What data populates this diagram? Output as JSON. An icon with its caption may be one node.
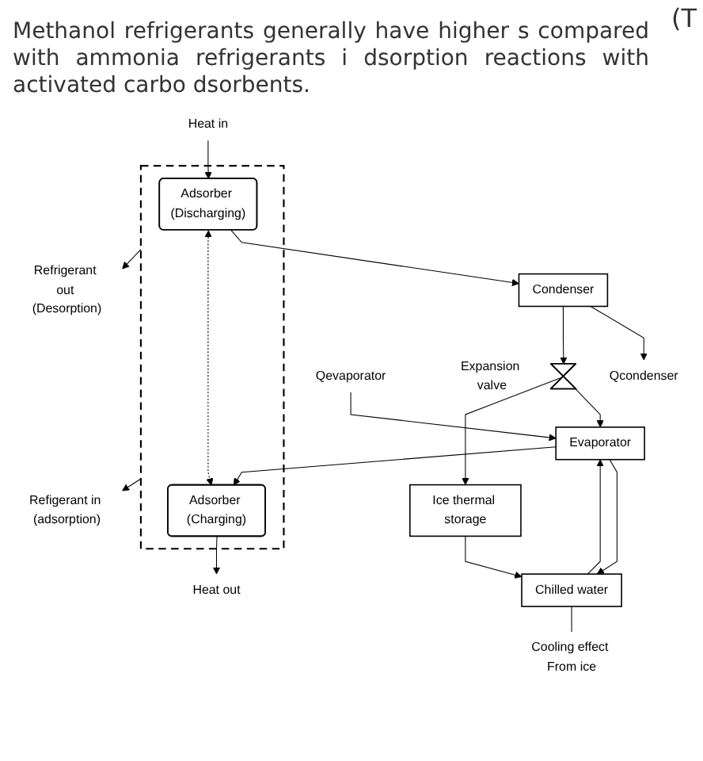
{
  "diagram": {
    "nodes": [
      {
        "text": [
          "Qcondenser"
        ]
      },
      {
        "text": [
          "Refrigerant out (Desorption)"
        ]
      },
      {
        "text": [
          "Condenser"
        ]
      },
      {
        "text": [],
        "shape": "box"
      },
      {
        "text": [
          "Adsorber (Discharging)"
        ],
        "in": 3
      },
      {
        "text": [
          "Heat in"
        ]
      },
      {
        "text": [],
        "shape": "valve",
        "beside": [
          "Expansion valve"
        ]
      },
      {
        "text": [
          "Adsorber (Charging)"
        ],
        "in": 3
      },
      {
        "text": [
          "Heat out"
        ]
      },
      {
        "text": [
          "Qevaporator"
        ]
      },
      {
        "text": [
          "Evaporator"
        ]
      },
      {
        "text": [
          "Refigerant in (adsorption)"
        ]
      },
      {
        "text": [
          "Ice thermal storage"
        ]
      },
      {
        "text": [
          "Chilled water"
        ]
      },
      {
        "text": [
          "Cooling effect From ice"
        ]
      }
    ],
    "edges": [
      {
        "from": 2,
        "to": 0,
        "arrow": "to"
      },
      {
        "from": 4,
        "to": 2,
        "arrow": "to"
      },
      {
        "from": 3,
        "to": 1,
        "arrow": "to"
      },
      {
        "from": 5,
        "to": 4,
        "arrow": "to"
      },
      {
        "from": 4,
        "to": 7,
        "arrow": "both",
        "style": "dashed"
      },
      {
        "from": 7,
        "to": 8,
        "arrow": "to"
      },
      {
        "from": 2,
        "to": 6,
        "arrow": "to"
      },
      {
        "from": 6,
        "to": 10,
        "arrow": "to"
      },
      {
        "from": 6,
        "to": 12,
        "arrow": "to"
      },
      {
        "from": 9,
        "to": 10,
        "arrow": "to"
      },
      {
        "from": 10,
        "to": 7,
        "arrow": "to"
      },
      {
        "from": 3,
        "to": 11,
        "arrow": "to"
      },
      {
        "from": 10,
        "to": 13,
        "arrow": "to"
      },
      {
        "from": 12,
        "to": 13,
        "arrow": "to"
      },
      {
        "from": 13,
        "to": 10,
        "arrow": "to"
      },
      {
        "from": 13,
        "to": 14,
        "arrow": "none"
      }
    ],
    "labels": [
      "(T",
      "Methanol refrigerants generally have higher s compared with ammonia refrigerants i dsorption reactions with activated carbo dsorbents."
    ]
  }
}
